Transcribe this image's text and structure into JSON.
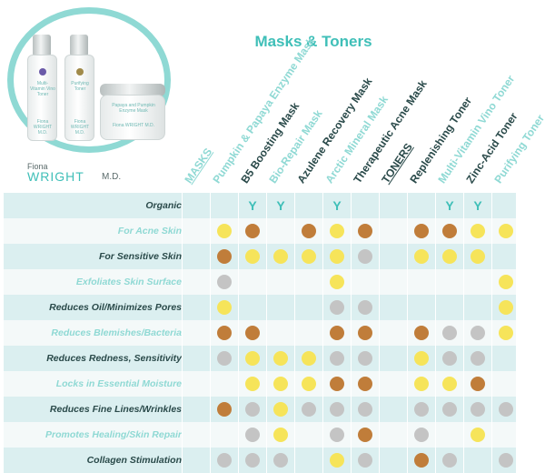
{
  "title": "Masks & Toners",
  "brand": {
    "first": "Fiona",
    "last": "WRIGHT",
    "suffix": "M.D."
  },
  "product_image": {
    "label_1": "Multi-Vitamin Vino Toner",
    "label_2": "Purifying Toner",
    "label_3": "Papaya and Pumpkin Enzyme Mask",
    "bottle_brand": "Fiona WRIGHT M.D."
  },
  "colors": {
    "teal": "#3fbfb8",
    "light_teal": "#8fd9d4",
    "dark_text": "#2a4a4a",
    "brown": "#c07d3a",
    "yellow": "#f6e45a",
    "gray": "#c4c4c4",
    "stripe": "#dbeff0",
    "light_row": "#f4f9f9"
  },
  "columns": [
    {
      "label": "MASKS",
      "kind": "section"
    },
    {
      "label": "Pumpkin & Papaya Enzyme Mask",
      "kind": "product"
    },
    {
      "label": "B5 Boosting Mask",
      "kind": "product"
    },
    {
      "label": "Bio-Repair Mask",
      "kind": "product"
    },
    {
      "label": "Azulene Recovery Mask",
      "kind": "product"
    },
    {
      "label": "Arctic Mineral Mask",
      "kind": "product"
    },
    {
      "label": "Therapeutic Acne Mask",
      "kind": "product"
    },
    {
      "label": "TONERS",
      "kind": "section"
    },
    {
      "label": "Replenishing Toner",
      "kind": "product"
    },
    {
      "label": "Multi-Vitamin Vino Toner",
      "kind": "product"
    },
    {
      "label": "Zinc-Acid Toner",
      "kind": "product"
    },
    {
      "label": "Purifying Toner",
      "kind": "product"
    }
  ],
  "rows": [
    {
      "label": "Organic",
      "values": [
        "",
        "",
        "Y",
        "Y",
        "",
        "Y",
        "",
        "",
        "",
        "Y",
        "Y",
        ""
      ]
    },
    {
      "label": "For Acne Skin",
      "values": [
        "",
        "yellow",
        "brown",
        "",
        "brown",
        "yellow",
        "brown",
        "",
        "brown",
        "brown",
        "yellow",
        "yellow"
      ]
    },
    {
      "label": "For Sensitive Skin",
      "values": [
        "",
        "brown",
        "yellow",
        "yellow",
        "yellow",
        "yellow",
        "gray",
        "",
        "yellow",
        "yellow",
        "yellow",
        ""
      ]
    },
    {
      "label": "Exfoliates Skin Surface",
      "values": [
        "",
        "gray",
        "",
        "",
        "",
        "yellow",
        "",
        "",
        "",
        "",
        "",
        "yellow"
      ]
    },
    {
      "label": "Reduces Oil/Minimizes Pores",
      "values": [
        "",
        "yellow",
        "",
        "",
        "",
        "gray",
        "gray",
        "",
        "",
        "",
        "",
        "yellow"
      ]
    },
    {
      "label": "Reduces Blemishes/Bacteria",
      "values": [
        "",
        "brown",
        "brown",
        "",
        "",
        "brown",
        "brown",
        "",
        "brown",
        "gray",
        "gray",
        "yellow"
      ]
    },
    {
      "label": "Reduces Redness, Sensitivity",
      "values": [
        "",
        "gray",
        "yellow",
        "yellow",
        "yellow",
        "gray",
        "gray",
        "",
        "yellow",
        "gray",
        "gray",
        ""
      ]
    },
    {
      "label": "Locks in Essential Moisture",
      "values": [
        "",
        "",
        "yellow",
        "yellow",
        "yellow",
        "brown",
        "brown",
        "",
        "yellow",
        "yellow",
        "brown",
        ""
      ]
    },
    {
      "label": "Reduces Fine Lines/Wrinkles",
      "values": [
        "",
        "brown",
        "gray",
        "yellow",
        "gray",
        "gray",
        "gray",
        "",
        "gray",
        "gray",
        "gray",
        "gray"
      ]
    },
    {
      "label": "Promotes Healing/Skin Repair",
      "values": [
        "",
        "",
        "gray",
        "yellow",
        "",
        "gray",
        "brown",
        "",
        "gray",
        "",
        "yellow",
        ""
      ]
    },
    {
      "label": "Collagen Stimulation",
      "values": [
        "",
        "gray",
        "gray",
        "gray",
        "",
        "yellow",
        "gray",
        "",
        "brown",
        "gray",
        "",
        "gray"
      ]
    }
  ]
}
